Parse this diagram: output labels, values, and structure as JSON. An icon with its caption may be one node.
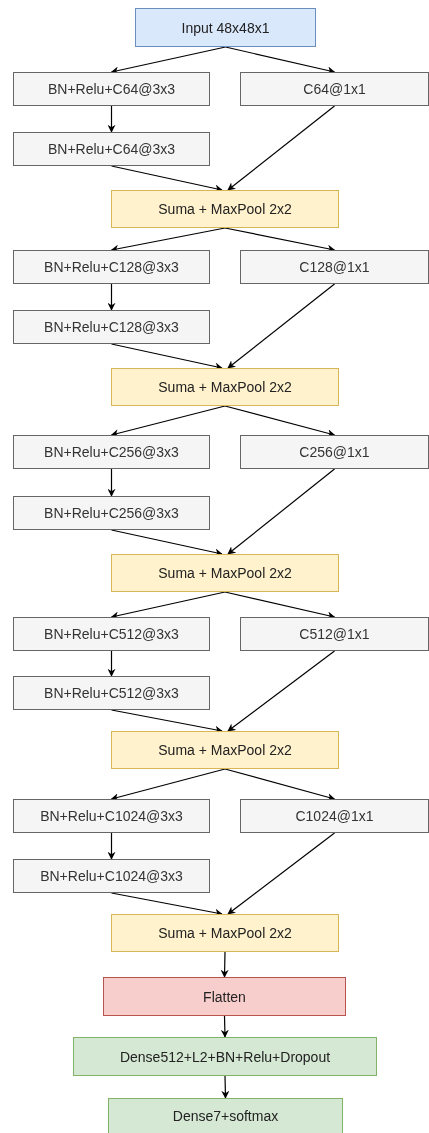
{
  "diagram": {
    "nodes": [
      {
        "text": [
          "Input 48x48x1"
        ]
      },
      {
        "text": [
          "BN+Relu+C64@3x3"
        ]
      },
      {
        "text": [
          "C64@1x1"
        ]
      },
      {
        "text": [
          "BN+Relu+C64@3x3"
        ]
      },
      {
        "text": [
          "Suma + MaxPool 2x2"
        ]
      },
      {
        "text": [
          "BN+Relu+C128@3x3"
        ]
      },
      {
        "text": [
          "C128@1x1"
        ]
      },
      {
        "text": [
          "BN+Relu+C128@3x3"
        ]
      },
      {
        "text": [
          "Suma + MaxPool 2x2"
        ]
      },
      {
        "text": [
          "BN+Relu+C256@3x3"
        ]
      },
      {
        "text": [
          "C256@1x1"
        ]
      },
      {
        "text": [
          "BN+Relu+C256@3x3"
        ]
      },
      {
        "text": [
          "Suma + MaxPool 2x2"
        ]
      },
      {
        "text": [
          "BN+Relu+C512@3x3"
        ]
      },
      {
        "text": [
          "C512@1x1"
        ]
      },
      {
        "text": [
          "BN+Relu+C512@3x3"
        ]
      },
      {
        "text": [
          "Suma + MaxPool 2x2"
        ]
      },
      {
        "text": [
          "BN+Relu+C1024@3x3"
        ]
      },
      {
        "text": [
          "C1024@1x1"
        ]
      },
      {
        "text": [
          "BN+Relu+C1024@3x3"
        ]
      },
      {
        "text": [
          "Suma + MaxPool 2x2"
        ]
      },
      {
        "text": [
          "Flatten"
        ]
      },
      {
        "text": [
          "Dense512+L2+BN+Relu+Dropout"
        ]
      },
      {
        "text": [
          "Dense7+softmax"
        ]
      }
    ],
    "edges": [
      {
        "from": 0,
        "to": 1,
        "arrow": "to"
      },
      {
        "from": 0,
        "to": 2,
        "arrow": "to"
      },
      {
        "from": 1,
        "to": 3,
        "arrow": "to"
      },
      {
        "from": 3,
        "to": 4,
        "arrow": "to"
      },
      {
        "from": 2,
        "to": 4,
        "arrow": "to"
      },
      {
        "from": 4,
        "to": 5,
        "arrow": "to"
      },
      {
        "from": 4,
        "to": 6,
        "arrow": "to"
      },
      {
        "from": 5,
        "to": 7,
        "arrow": "to"
      },
      {
        "from": 7,
        "to": 8,
        "arrow": "to"
      },
      {
        "from": 6,
        "to": 8,
        "arrow": "to"
      },
      {
        "from": 8,
        "to": 9,
        "arrow": "to"
      },
      {
        "from": 8,
        "to": 10,
        "arrow": "to"
      },
      {
        "from": 9,
        "to": 11,
        "arrow": "to"
      },
      {
        "from": 11,
        "to": 12,
        "arrow": "to"
      },
      {
        "from": 10,
        "to": 12,
        "arrow": "to"
      },
      {
        "from": 12,
        "to": 13,
        "arrow": "to"
      },
      {
        "from": 12,
        "to": 14,
        "arrow": "to"
      },
      {
        "from": 13,
        "to": 15,
        "arrow": "to"
      },
      {
        "from": 15,
        "to": 16,
        "arrow": "to"
      },
      {
        "from": 14,
        "to": 16,
        "arrow": "to"
      },
      {
        "from": 16,
        "to": 17,
        "arrow": "to"
      },
      {
        "from": 16,
        "to": 18,
        "arrow": "to"
      },
      {
        "from": 17,
        "to": 19,
        "arrow": "to"
      },
      {
        "from": 19,
        "to": 20,
        "arrow": "to"
      },
      {
        "from": 18,
        "to": 20,
        "arrow": "to"
      },
      {
        "from": 20,
        "to": 21,
        "arrow": "to"
      },
      {
        "from": 21,
        "to": 22,
        "arrow": "to"
      },
      {
        "from": 22,
        "to": 23,
        "arrow": "to"
      }
    ]
  }
}
